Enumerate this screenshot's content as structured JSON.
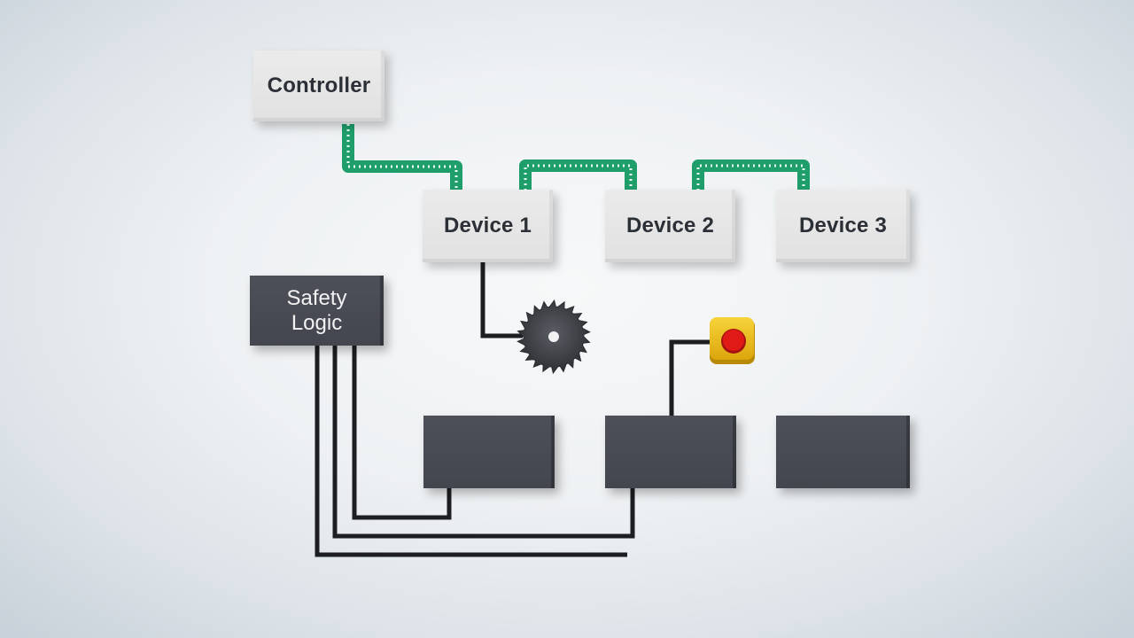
{
  "controller": {
    "label": "Controller"
  },
  "devices": [
    {
      "label": "Device 1"
    },
    {
      "label": "Device 2"
    },
    {
      "label": "Device 3"
    }
  ],
  "safety_logic": {
    "line1": "Safety",
    "line2": "Logic"
  },
  "colors": {
    "network_cable": "#1f9e6c",
    "safety_wire": "#1c1e22",
    "light_box": "#e6e6e6",
    "dark_box": "#474a52",
    "estop_housing": "#f2c21a",
    "estop_button": "#e01a16"
  },
  "icons": {
    "saw": "circular-saw-blade-icon",
    "estop": "emergency-stop-button-icon"
  }
}
